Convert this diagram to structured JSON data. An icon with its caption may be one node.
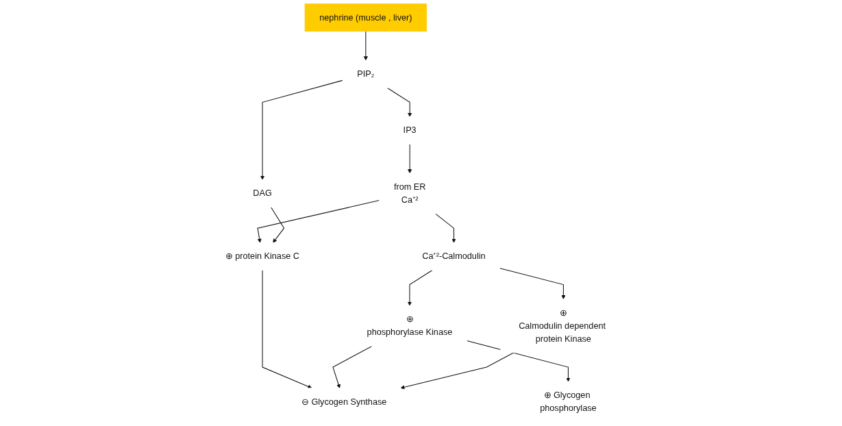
{
  "diagram": {
    "nodes": [
      {
        "text": [
          "nephrine (muscle , liver)"
        ]
      },
      {
        "text": [
          "PIP₂"
        ]
      },
      {
        "text": [
          "IP3"
        ]
      },
      {
        "text": [
          "DAG"
        ]
      },
      {
        "text": [
          "from ER",
          "Ca⁺²"
        ]
      },
      {
        "text": [
          "⊕ protein Kinase C"
        ]
      },
      {
        "text": [
          "Ca⁺²-Calmodulin"
        ]
      },
      {
        "text": [
          "⊕",
          "phosphorylase Kinase"
        ]
      },
      {
        "text": [
          "⊕",
          "Calmodulin dependent protein Kinase"
        ]
      },
      {
        "text": [
          "⊕ Glycogen phosphorylase"
        ]
      },
      {
        "text": [
          "⊖ Glycogen Synthase"
        ]
      }
    ],
    "edges": [
      {
        "from": 0,
        "to": 1,
        "arrow": "to"
      },
      {
        "from": 1,
        "to": 2,
        "arrow": "to"
      },
      {
        "from": 1,
        "to": 3,
        "arrow": "to"
      },
      {
        "from": 2,
        "to": 4,
        "arrow": "to"
      },
      {
        "from": 4,
        "to": 5,
        "arrow": "to"
      },
      {
        "from": 3,
        "to": 5,
        "arrow": "to"
      },
      {
        "from": 4,
        "to": 6,
        "arrow": "to"
      },
      {
        "from": 6,
        "to": 7,
        "arrow": "to"
      },
      {
        "from": 6,
        "to": 8,
        "arrow": "to"
      },
      {
        "from": 7,
        "to": 9,
        "arrow": "to"
      },
      {
        "from": 5,
        "to": 10,
        "arrow": "to"
      },
      {
        "from": 7,
        "to": 10,
        "arrow": "to"
      },
      {
        "from": 8,
        "to": 10,
        "arrow": "to"
      }
    ]
  }
}
